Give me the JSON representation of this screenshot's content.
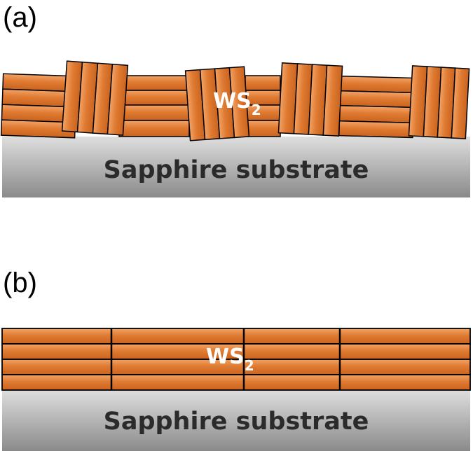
{
  "panel_a": {
    "label": "(a)",
    "layer_label": "WS",
    "layer_subscript": "2",
    "substrate_label": "Sapphire substrate"
  },
  "panel_b": {
    "label": "(b)",
    "layer_label": "WS",
    "layer_subscript": "2",
    "substrate_label": "Sapphire substrate"
  },
  "colors": {
    "layer_fill": "#e07b32",
    "layer_highlight": "#f2a468",
    "substrate_top": "#d8d8d8",
    "substrate_bottom": "#8c8c8c",
    "outline": "#000000"
  }
}
